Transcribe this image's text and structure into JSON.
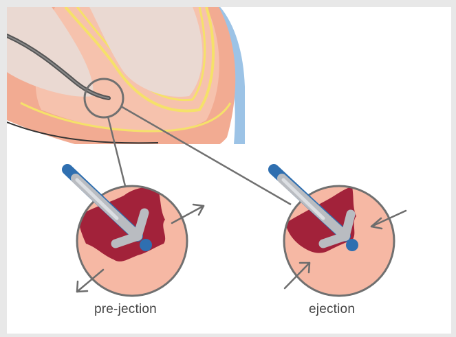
{
  "panels": {
    "left_label": "pre-jection",
    "right_label": "ejection"
  },
  "colors": {
    "page_background": "#e8e8e8",
    "panel_background": "#ffffff",
    "myocardium": "#f2ab92",
    "myocardium_light": "#f6c2ad",
    "cavity": "#ead9d2",
    "nerve_yellow": "#f5e16a",
    "pericardium_blue": "#9cc3e6",
    "catheter_gray": "#555555",
    "lead_body": "#b9bcc1",
    "lead_tip_blue": "#2f6fb0",
    "lead_handle_blue": "#5b86c0",
    "dark_tissue": "#a2223a",
    "zoom_fill": "#f6b8a4",
    "outline_gray": "#707070",
    "arrow_gray": "#6d6d6d"
  },
  "icons": {
    "lead": "pacing-lead-icon",
    "arrows": "movement-arrow-icon",
    "zoom": "magnifier-circle"
  }
}
